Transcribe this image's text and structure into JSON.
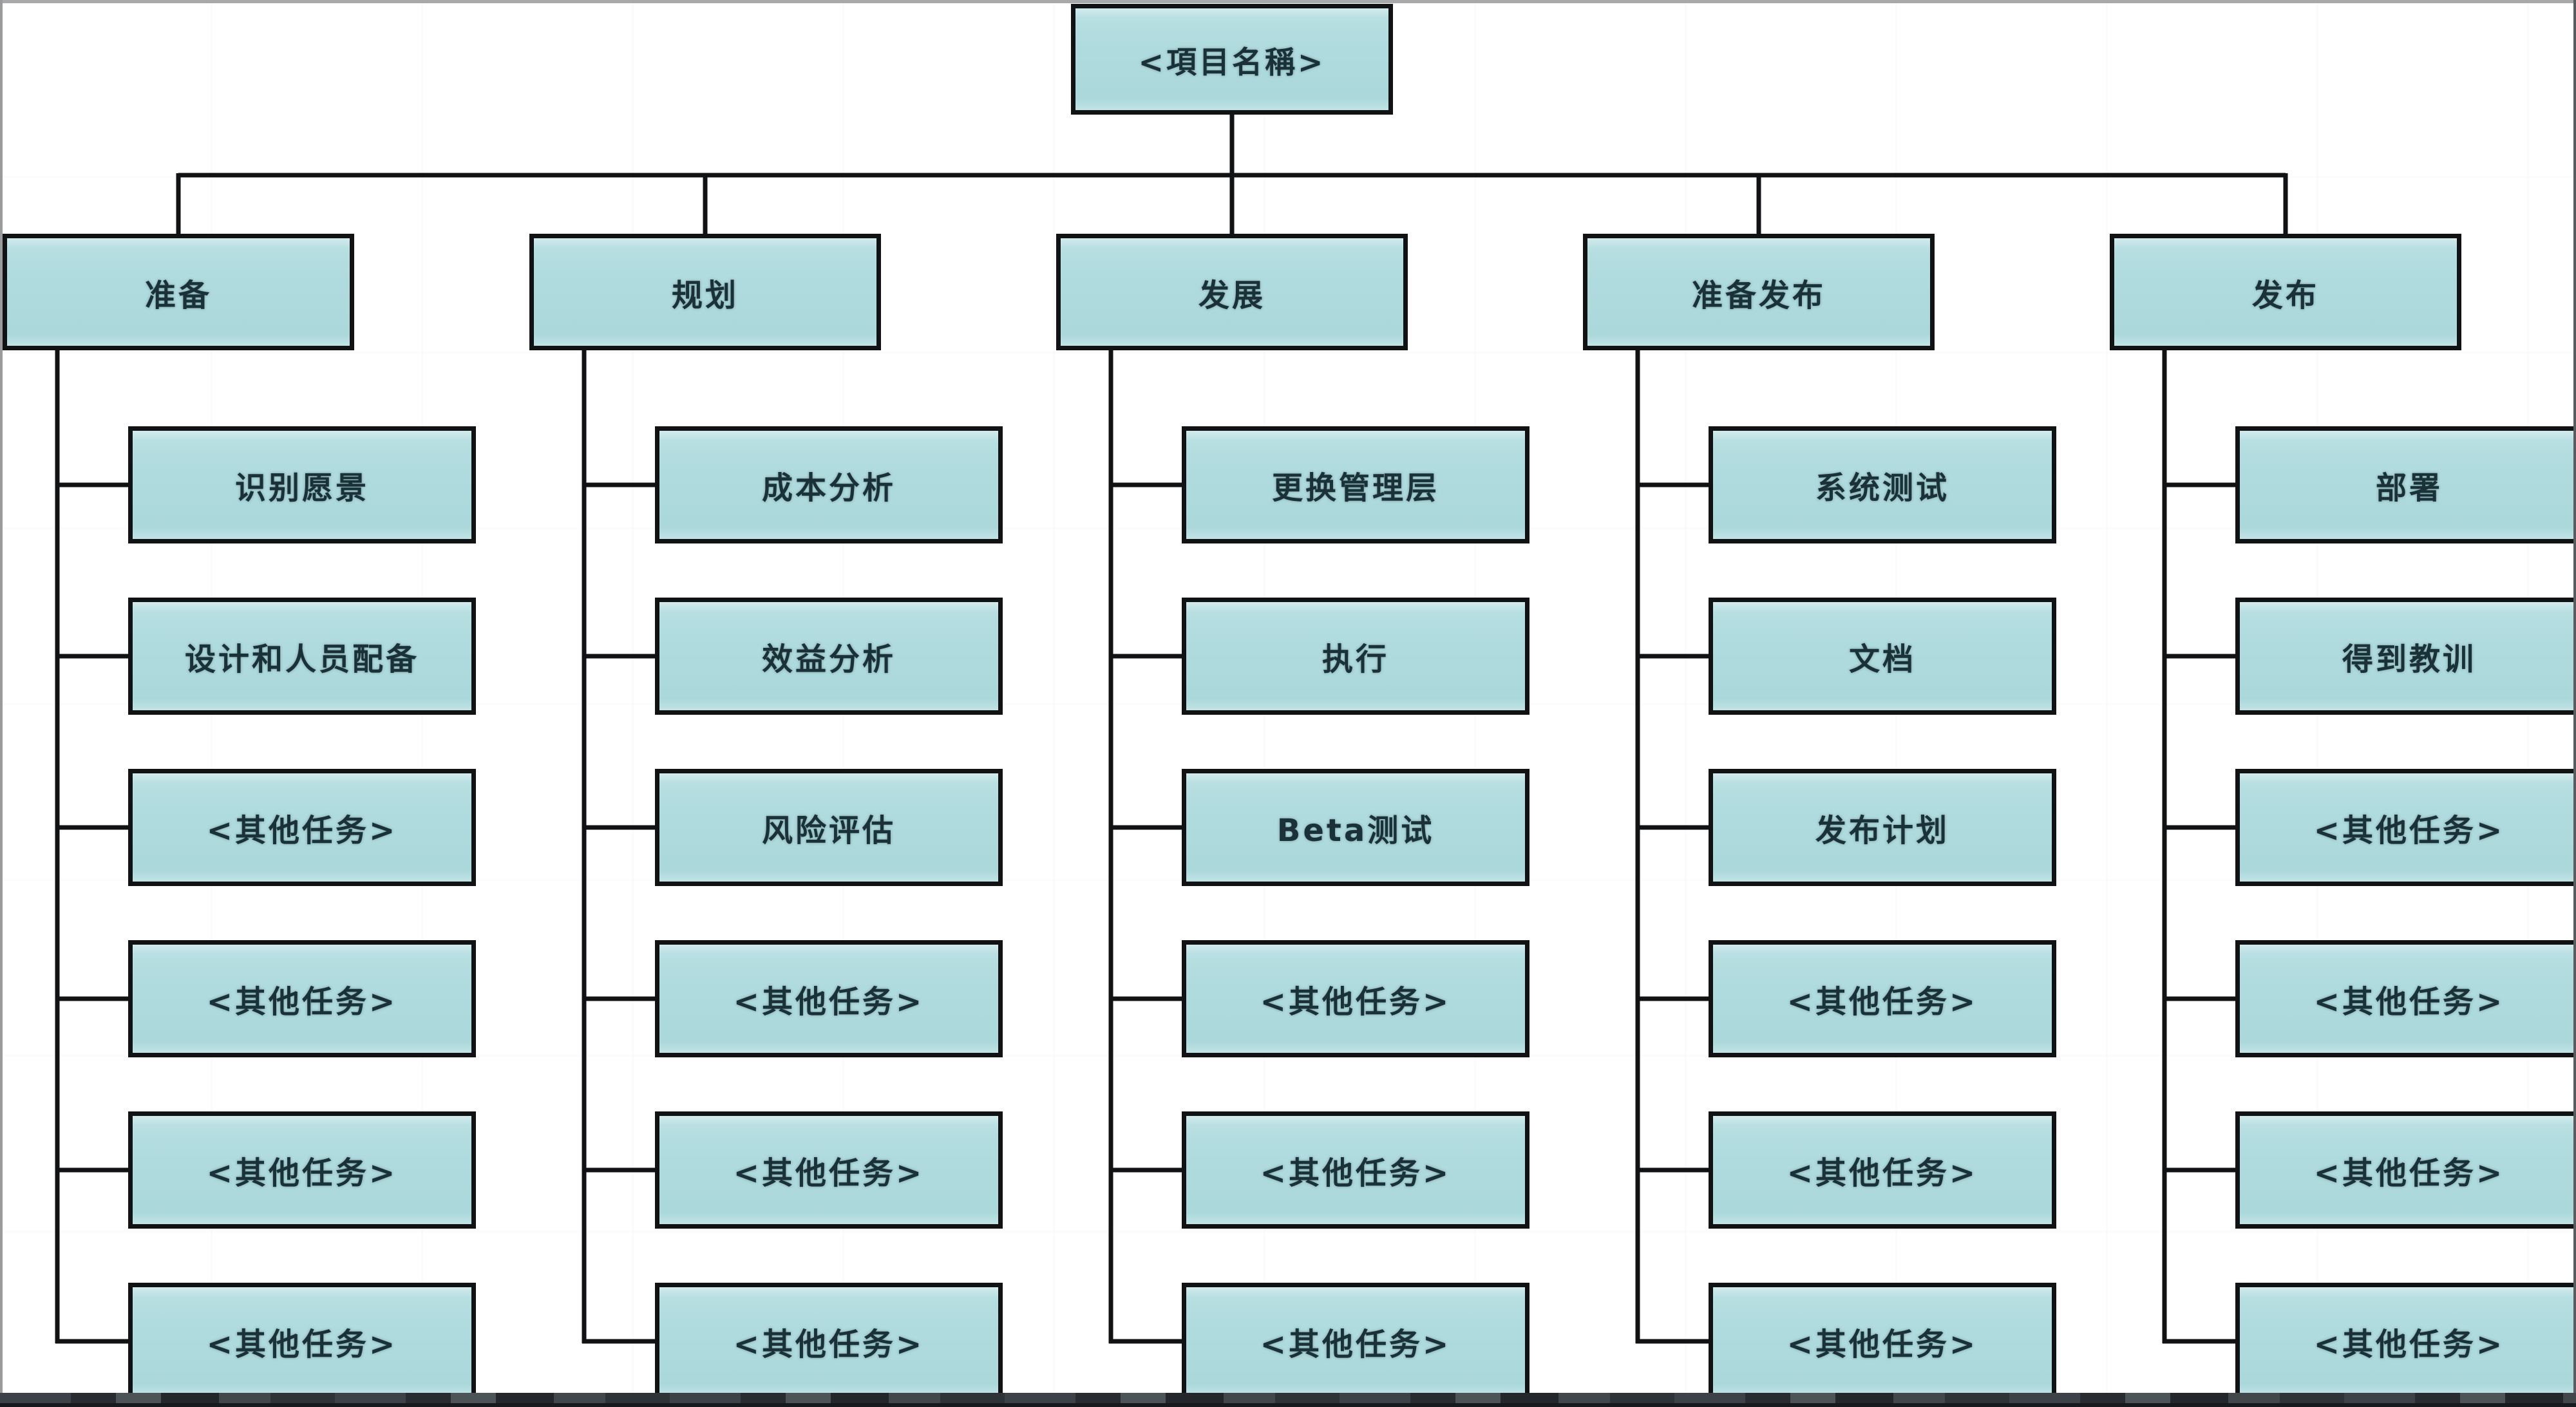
{
  "diagram": {
    "type": "work-breakdown-structure",
    "root": {
      "label": "<項目名稱>"
    },
    "columns": [
      {
        "header": "准备",
        "tasks": [
          "识别愿景",
          "设计和人员配备",
          "<其他任务>",
          "<其他任务>",
          "<其他任务>",
          "<其他任务>"
        ]
      },
      {
        "header": "规划",
        "tasks": [
          "成本分析",
          "效益分析",
          "风险评估",
          "<其他任务>",
          "<其他任务>",
          "<其他任务>"
        ]
      },
      {
        "header": "发展",
        "tasks": [
          "更换管理层",
          "执行",
          "Beta测试",
          "<其他任务>",
          "<其他任务>",
          "<其他任务>"
        ]
      },
      {
        "header": "准备发布",
        "tasks": [
          "系统测试",
          "文档",
          "发布计划",
          "<其他任务>",
          "<其他任务>",
          "<其他任务>"
        ]
      },
      {
        "header": "发布",
        "tasks": [
          "部署",
          "得到教训",
          "<其他任务>",
          "<其他任务>",
          "<其他任务>",
          "<其他任务>"
        ]
      }
    ]
  },
  "colors": {
    "box_fill": "#b2dcdf",
    "box_border": "#101214",
    "line": "#101214",
    "background": "#ffffff",
    "text": "#1b3138",
    "bottom_strip": "#34383c"
  }
}
